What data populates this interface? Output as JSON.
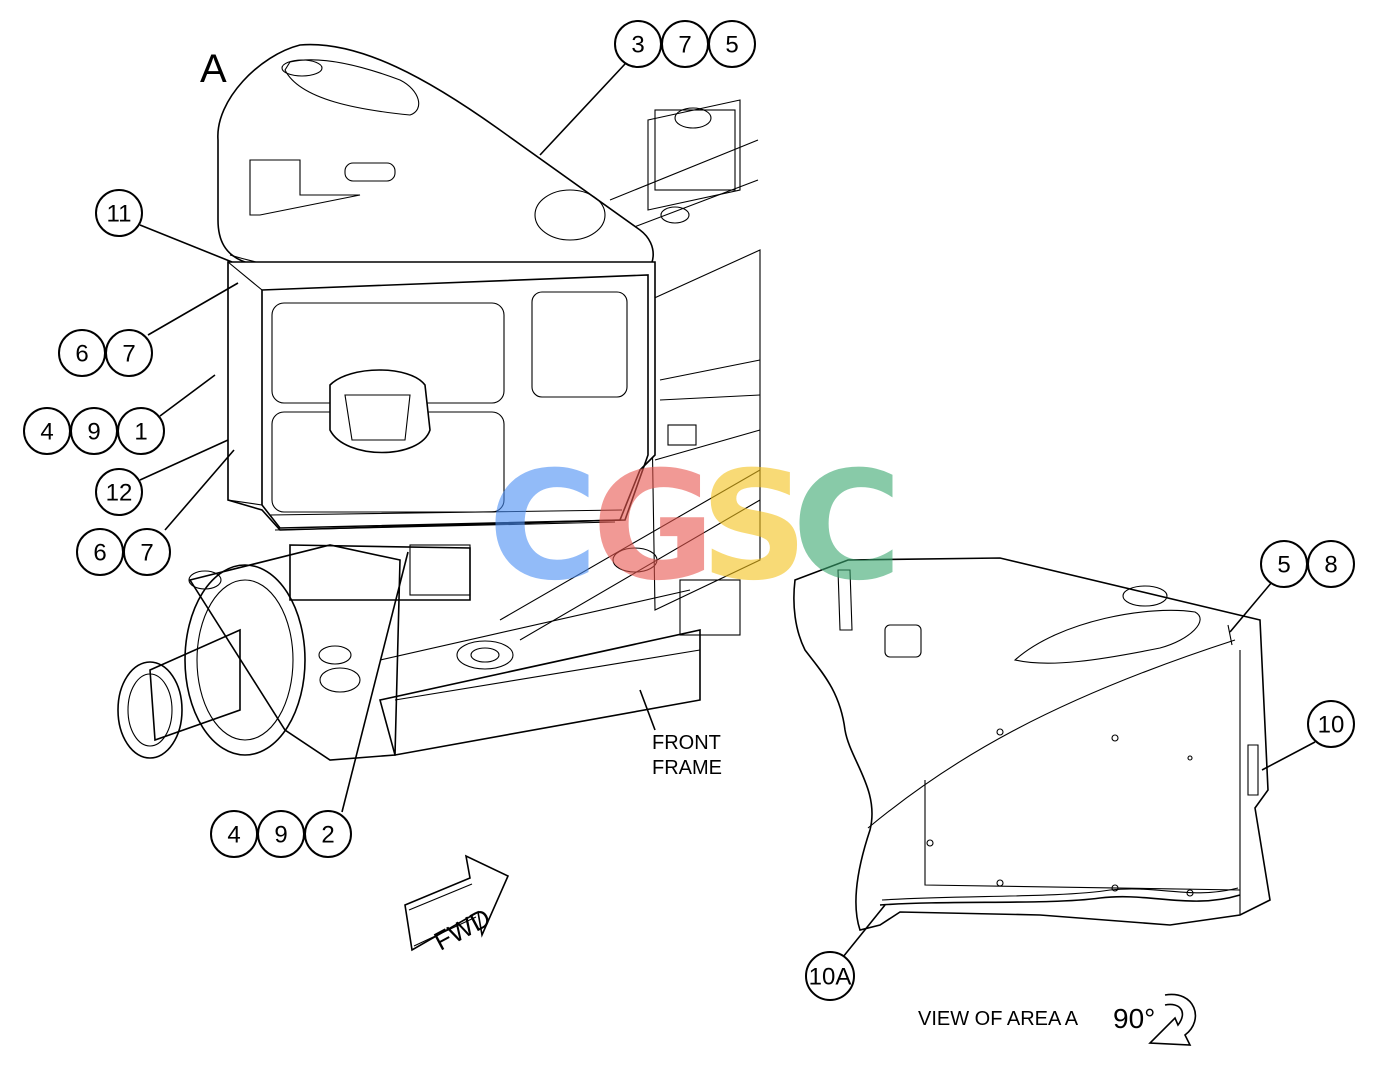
{
  "view_letter": "A",
  "callouts": {
    "top": [
      "3",
      "7",
      "5"
    ],
    "c11": [
      "11"
    ],
    "c67_upper": [
      "6",
      "7"
    ],
    "c491": [
      "4",
      "9",
      "1"
    ],
    "c12": [
      "12"
    ],
    "c67_lower": [
      "6",
      "7"
    ],
    "c492": [
      "4",
      "9",
      "2"
    ],
    "c58": [
      "5",
      "8"
    ],
    "c10": [
      "10"
    ],
    "c10a": [
      "10A"
    ]
  },
  "labels": {
    "front_frame_line1": "FRONT",
    "front_frame_line2": "FRAME",
    "fwd": "FWD",
    "view_of_area": "VIEW OF AREA A",
    "rotation": "90°"
  },
  "watermark": {
    "letters": [
      "C",
      "G",
      "S",
      "C"
    ],
    "colors": [
      "#4a8ef5",
      "#e8574f",
      "#f5c31c",
      "#3aa870"
    ]
  }
}
